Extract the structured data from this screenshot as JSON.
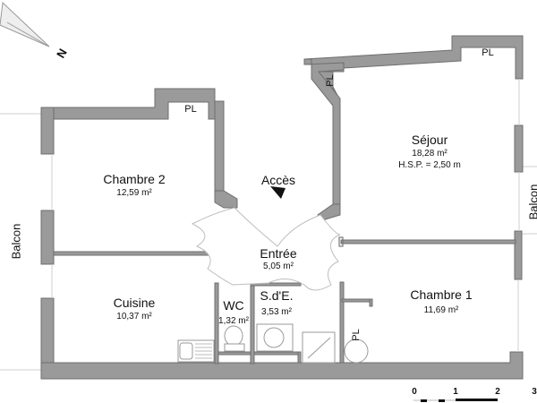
{
  "compass": {
    "north_label": "N"
  },
  "access": {
    "label": "Accès"
  },
  "rooms": {
    "chambre2": {
      "name": "Chambre 2",
      "area": "12,59 m²"
    },
    "sejour": {
      "name": "Séjour",
      "area": "18,28 m²",
      "hsp": "H.S.P. = 2,50 m"
    },
    "entree": {
      "name": "Entrée",
      "area": "5,05 m²"
    },
    "cuisine": {
      "name": "Cuisine",
      "area": "10,37 m²"
    },
    "wc": {
      "name": "WC",
      "area": "1,32 m²"
    },
    "sde": {
      "name": "S.d'E.",
      "area": "3,53 m²"
    },
    "chambre1": {
      "name": "Chambre 1",
      "area": "11,69 m²"
    }
  },
  "closets": {
    "pl_chambre2": "PL",
    "pl_sejour_top": "PL",
    "pl_sejour_corner": "PL",
    "pl_bath": "PL"
  },
  "balconies": {
    "left": "Balcon",
    "right": "Balcon"
  },
  "scale_bar": {
    "ticks": [
      "0",
      "1",
      "2",
      "3"
    ]
  },
  "colors": {
    "wall": "#9a9a9a",
    "wall_stroke": "#6f6f6f",
    "text": "#111111"
  }
}
